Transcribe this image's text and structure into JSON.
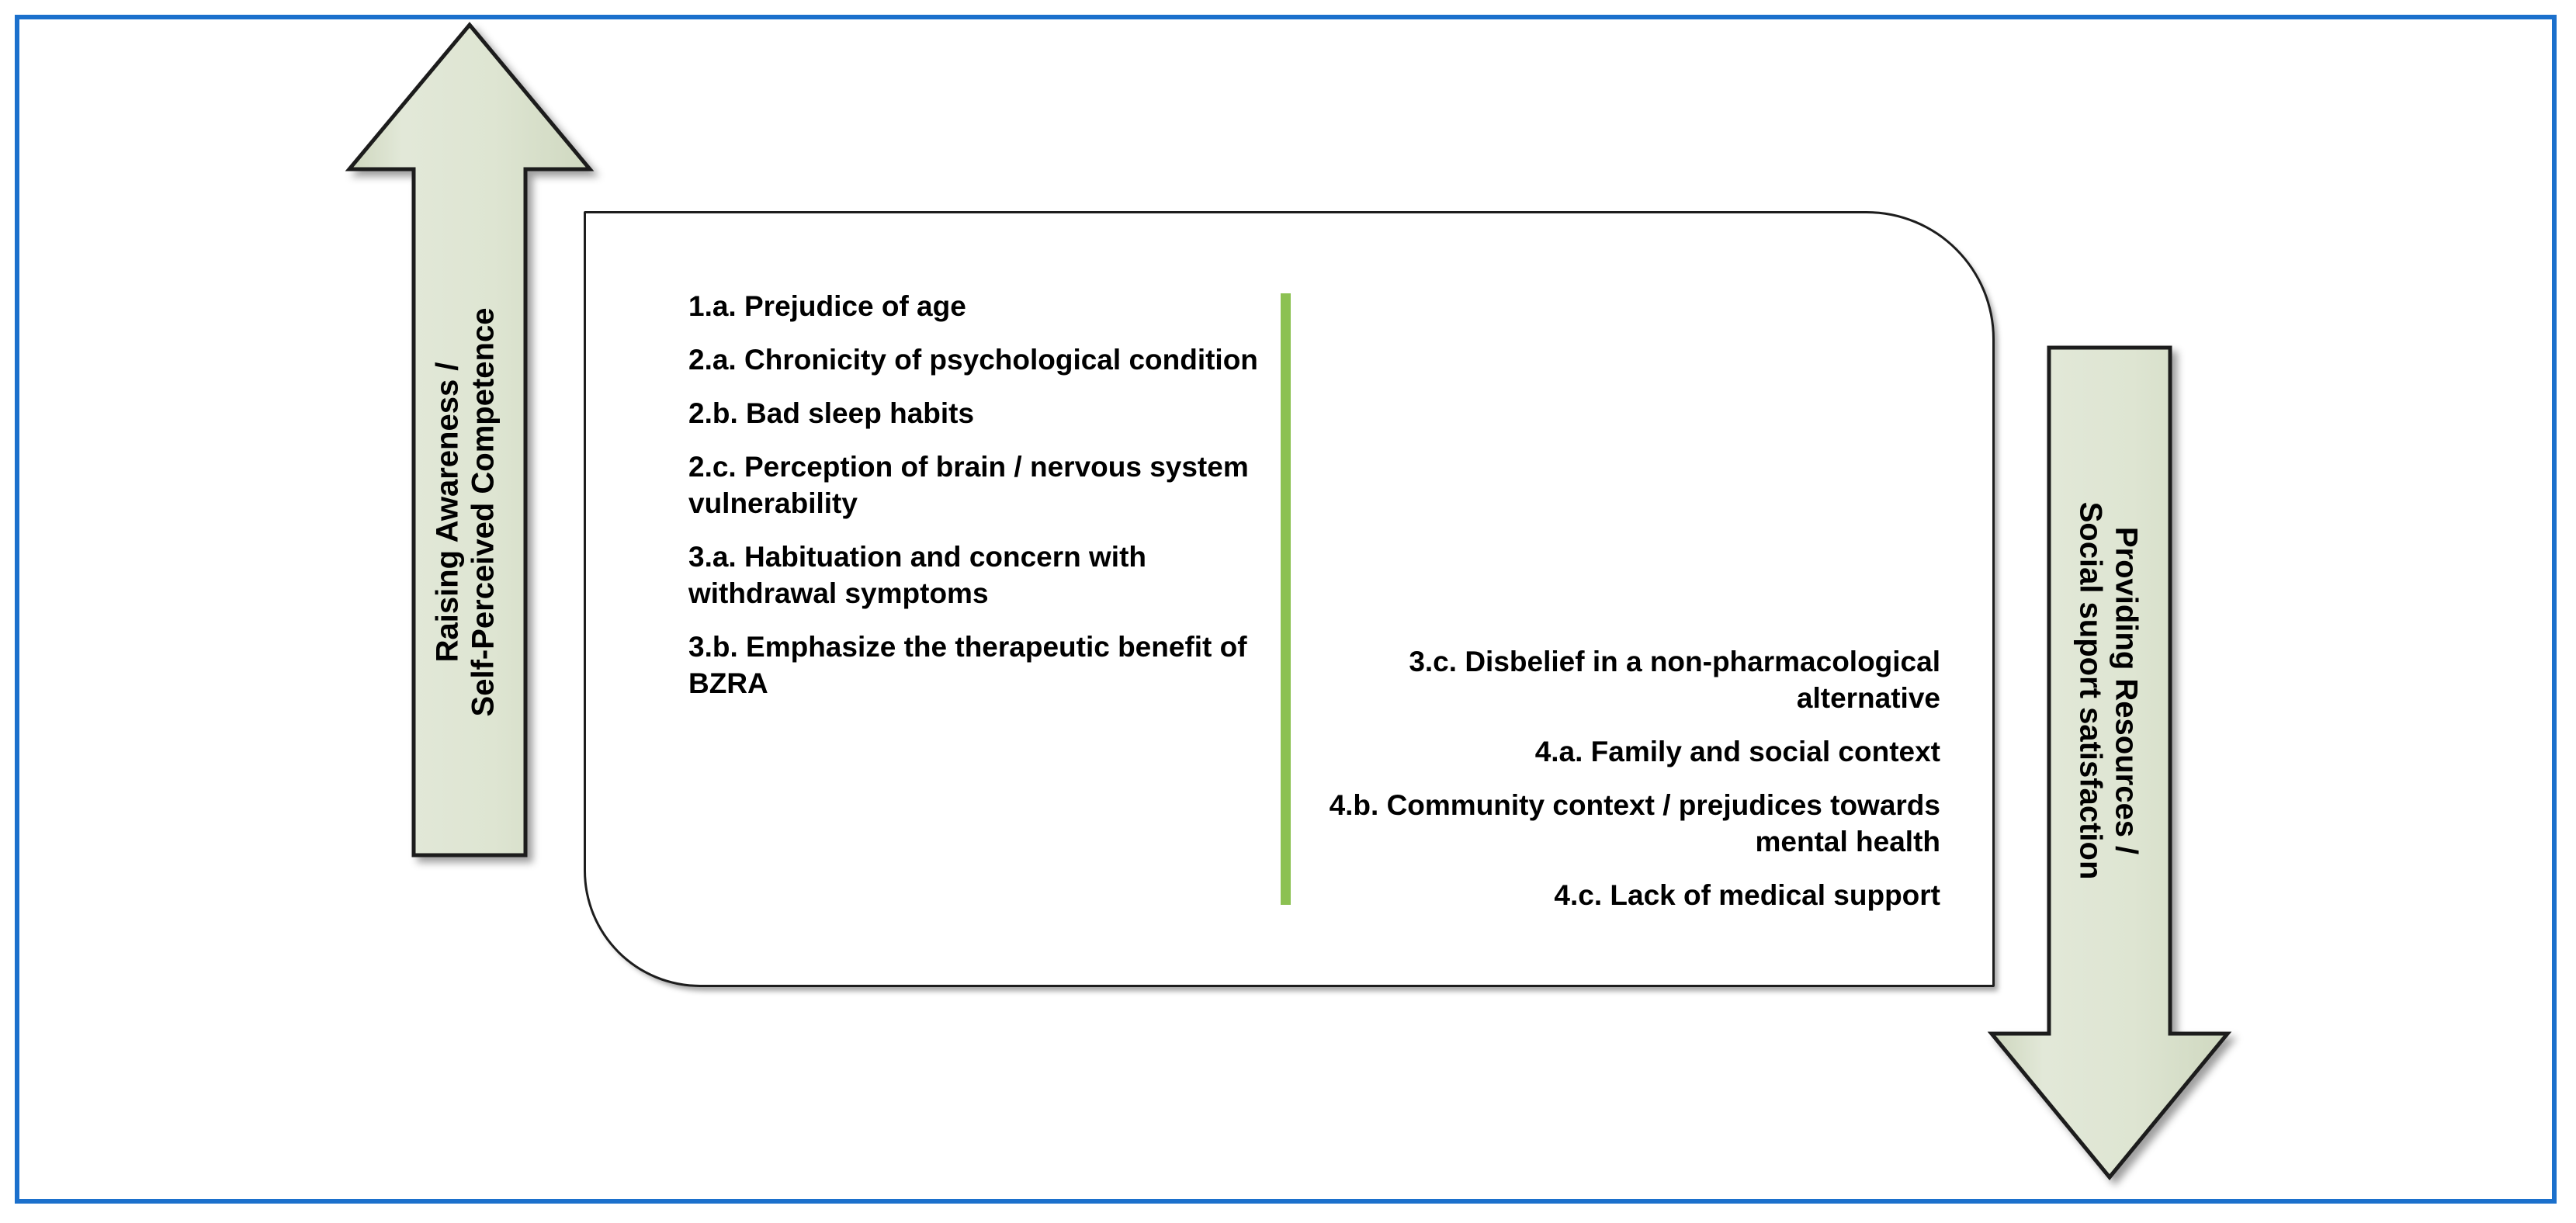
{
  "frame": {
    "border_color": "#1b70cc"
  },
  "panel": {
    "divider_color": "#8cc152",
    "border_color": "#1d1d1d"
  },
  "arrows": {
    "fill_color": "#dce3d0",
    "stroke_color": "#1d1d1d",
    "left": {
      "direction": "up",
      "label_line1": "Raising Awareness /",
      "label_line2": "Self-Perceived Competence"
    },
    "right": {
      "direction": "down",
      "label_line1": "Providing Resources /",
      "label_line2": "Social suport satisfaction"
    }
  },
  "factors": {
    "left_column": [
      {
        "text": "1.a. Prejudice of age"
      },
      {
        "text": "2.a. Chronicity of psychological condition"
      },
      {
        "text": "2.b. Bad sleep habits"
      },
      {
        "text": "2.c. Perception of brain / nervous system vulnerability"
      },
      {
        "text": "3.a. Habituation and concern with withdrawal symptoms"
      },
      {
        "text": "3.b. Emphasize the therapeutic benefit of BZRA"
      }
    ],
    "right_column": [
      {
        "text": "3.c. Disbelief in a non-pharmacological alternative"
      },
      {
        "text": "4.a. Family and social context"
      },
      {
        "text": "4.b. Community context / prejudices towards mental health"
      },
      {
        "text": "4.c. Lack of medical support"
      }
    ]
  }
}
